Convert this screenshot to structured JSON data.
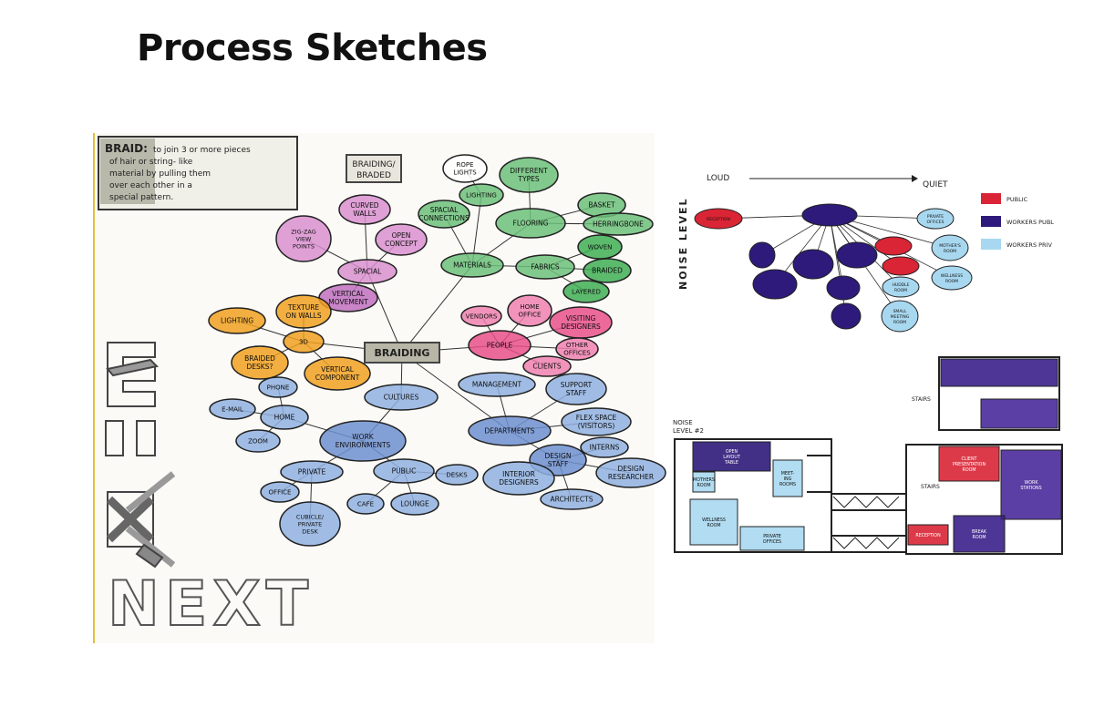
{
  "page": {
    "title": "Process Sketches"
  },
  "braid_definition": {
    "term": "BRAID:",
    "text": [
      "to join 3 or more pieces",
      "of hair or string- like",
      "material by pulling them",
      "over each other in a",
      "special pattern."
    ]
  },
  "mindmap_header": [
    "BRAIDING/",
    "BRADED"
  ],
  "mindmap": {
    "center": "BRAIDING",
    "nodes": [
      {
        "id": "spacial",
        "label": [
          "SPACIAL"
        ],
        "color": "#d98fd0"
      },
      {
        "id": "zigzag",
        "label": [
          "ZIG-ZAG",
          "VIEW",
          "POINTS"
        ],
        "color": "#d98fd0"
      },
      {
        "id": "curved",
        "label": [
          "CURVED",
          "WALLS"
        ],
        "color": "#d98fd0"
      },
      {
        "id": "open",
        "label": [
          "OPEN",
          "CONCEPT"
        ],
        "color": "#d98fd0"
      },
      {
        "id": "vertmove",
        "label": [
          "VERTICAL",
          "MOVEMENT"
        ],
        "color": "#c070c0"
      },
      {
        "id": "materials",
        "label": [
          "MATERIALS"
        ],
        "color": "#6cc07a"
      },
      {
        "id": "rope",
        "label": [
          "ROPE",
          "LIGHTS"
        ],
        "color": "#ffffff"
      },
      {
        "id": "lighting_g",
        "label": [
          "LIGHTING"
        ],
        "color": "#6cc07a"
      },
      {
        "id": "spacialconn",
        "label": [
          "SPACIAL",
          "CONNECTIONS"
        ],
        "color": "#6cc07a"
      },
      {
        "id": "types",
        "label": [
          "DIFFERENT",
          "TYPES"
        ],
        "color": "#6cc07a"
      },
      {
        "id": "flooring",
        "label": [
          "FLOORING"
        ],
        "color": "#6cc07a"
      },
      {
        "id": "basket",
        "label": [
          "BASKET"
        ],
        "color": "#6cc07a"
      },
      {
        "id": "herring",
        "label": [
          "HERRINGBONE"
        ],
        "color": "#6cc07a"
      },
      {
        "id": "fabrics",
        "label": [
          "FABRICS"
        ],
        "color": "#6cc07a"
      },
      {
        "id": "woven",
        "label": [
          "WOVEN"
        ],
        "color": "#3fae55"
      },
      {
        "id": "braided",
        "label": [
          "BRAIDED"
        ],
        "color": "#3fae55"
      },
      {
        "id": "layered",
        "label": [
          "LAYERED"
        ],
        "color": "#3fae55"
      },
      {
        "id": "3d",
        "label": [
          "3D"
        ],
        "color": "#f0a020"
      },
      {
        "id": "lighting_o",
        "label": [
          "LIGHTING"
        ],
        "color": "#f0a020"
      },
      {
        "id": "texture",
        "label": [
          "TEXTURE",
          "ON WALLS"
        ],
        "color": "#f0a020"
      },
      {
        "id": "desks3d",
        "label": [
          "BRAIDED",
          "DESKS?"
        ],
        "color": "#f0a020"
      },
      {
        "id": "vertcomp",
        "label": [
          "VERTICAL",
          "COMPONENT"
        ],
        "color": "#f0a020"
      },
      {
        "id": "people",
        "label": [
          "PEOPLE"
        ],
        "color": "#e8508a"
      },
      {
        "id": "vendors",
        "label": [
          "VENDORS"
        ],
        "color": "#f080b0"
      },
      {
        "id": "homeoffice",
        "label": [
          "HOME",
          "OFFICE"
        ],
        "color": "#f080b0"
      },
      {
        "id": "visiting",
        "label": [
          "VISITING",
          "DESIGNERS"
        ],
        "color": "#e8508a"
      },
      {
        "id": "otheroffices",
        "label": [
          "OTHER",
          "OFFICES"
        ],
        "color": "#f080b0"
      },
      {
        "id": "clients",
        "label": [
          "CLIENTS"
        ],
        "color": "#f080b0"
      },
      {
        "id": "cultures",
        "label": [
          "CULTURES"
        ],
        "color": "#8fb0e0"
      },
      {
        "id": "workenv",
        "label": [
          "WORK",
          "ENVIRONMENTS"
        ],
        "color": "#6d8fd0"
      },
      {
        "id": "home",
        "label": [
          "HOME"
        ],
        "color": "#8fb0e0"
      },
      {
        "id": "phone",
        "label": [
          "PHONE"
        ],
        "color": "#8fb0e0"
      },
      {
        "id": "email",
        "label": [
          "E-MAIL"
        ],
        "color": "#8fb0e0"
      },
      {
        "id": "zoom",
        "label": [
          "ZOOM"
        ],
        "color": "#8fb0e0"
      },
      {
        "id": "private",
        "label": [
          "PRIVATE"
        ],
        "color": "#8fb0e0"
      },
      {
        "id": "office",
        "label": [
          "OFFICE"
        ],
        "color": "#8fb0e0"
      },
      {
        "id": "cubicle",
        "label": [
          "CUBICLE/",
          "PRIVATE",
          "DESK"
        ],
        "color": "#8fb0e0"
      },
      {
        "id": "public",
        "label": [
          "PUBLIC"
        ],
        "color": "#8fb0e0"
      },
      {
        "id": "desks",
        "label": [
          "DESKS"
        ],
        "color": "#8fb0e0"
      },
      {
        "id": "cafe",
        "label": [
          "CAFE"
        ],
        "color": "#8fb0e0"
      },
      {
        "id": "lounge",
        "label": [
          "LOUNGE"
        ],
        "color": "#8fb0e0"
      },
      {
        "id": "management",
        "label": [
          "MANAGEMENT"
        ],
        "color": "#8fb0e0"
      },
      {
        "id": "departments",
        "label": [
          "DEPARTMENTS"
        ],
        "color": "#6d8fd0"
      },
      {
        "id": "support",
        "label": [
          "SUPPORT",
          "STAFF"
        ],
        "color": "#8fb0e0"
      },
      {
        "id": "flexspace",
        "label": [
          "FLEX SPACE",
          "(VISITORS)"
        ],
        "color": "#8fb0e0"
      },
      {
        "id": "design",
        "label": [
          "DESIGN",
          "STAFF"
        ],
        "color": "#6d8fd0"
      },
      {
        "id": "interns",
        "label": [
          "INTERNS"
        ],
        "color": "#8fb0e0"
      },
      {
        "id": "intdesigners",
        "label": [
          "INTERIOR",
          "DESIGNERS"
        ],
        "color": "#8fb0e0"
      },
      {
        "id": "researcher",
        "label": [
          "DESIGN",
          "RESEARCHER"
        ],
        "color": "#8fb0e0"
      },
      {
        "id": "architects",
        "label": [
          "ARCHITECTS"
        ],
        "color": "#8fb0e0"
      }
    ]
  },
  "noise_diagram": {
    "axis_label": "NOISE LEVEL",
    "loud": "LOUD",
    "quiet": "QUIET",
    "legend": [
      {
        "label": "PUBLIC",
        "color": "#d92535"
      },
      {
        "label": "WORKERS PUBL",
        "color": "#2e1a7a"
      },
      {
        "label": "WORKERS PRIV",
        "color": "#a8d8f0"
      }
    ],
    "labels": [
      "RECEPTION",
      "PRIVATE OFFICES",
      "MOTHER'S ROOM",
      "WELLNESS ROOM",
      "HUDDLE ROOM",
      "SMALL MEETING ROOM"
    ]
  },
  "floor_plan": {
    "caption": [
      "NOISE",
      "LEVEL #2"
    ],
    "stairs_left": "STAIRS",
    "stairs_right": "STAIRS",
    "rooms": [
      "OPEN LAYOUT TABLE",
      "MOTHERS ROOM",
      "MEET- ING ROOMS",
      "WELLNESS ROOM",
      "PRIVATE OFFICES",
      "CLIENT PRESENTATION ROOM",
      "WORK STATIONS",
      "RECEPTION",
      "BREAK ROOM"
    ]
  },
  "logo_text": "NEXT"
}
